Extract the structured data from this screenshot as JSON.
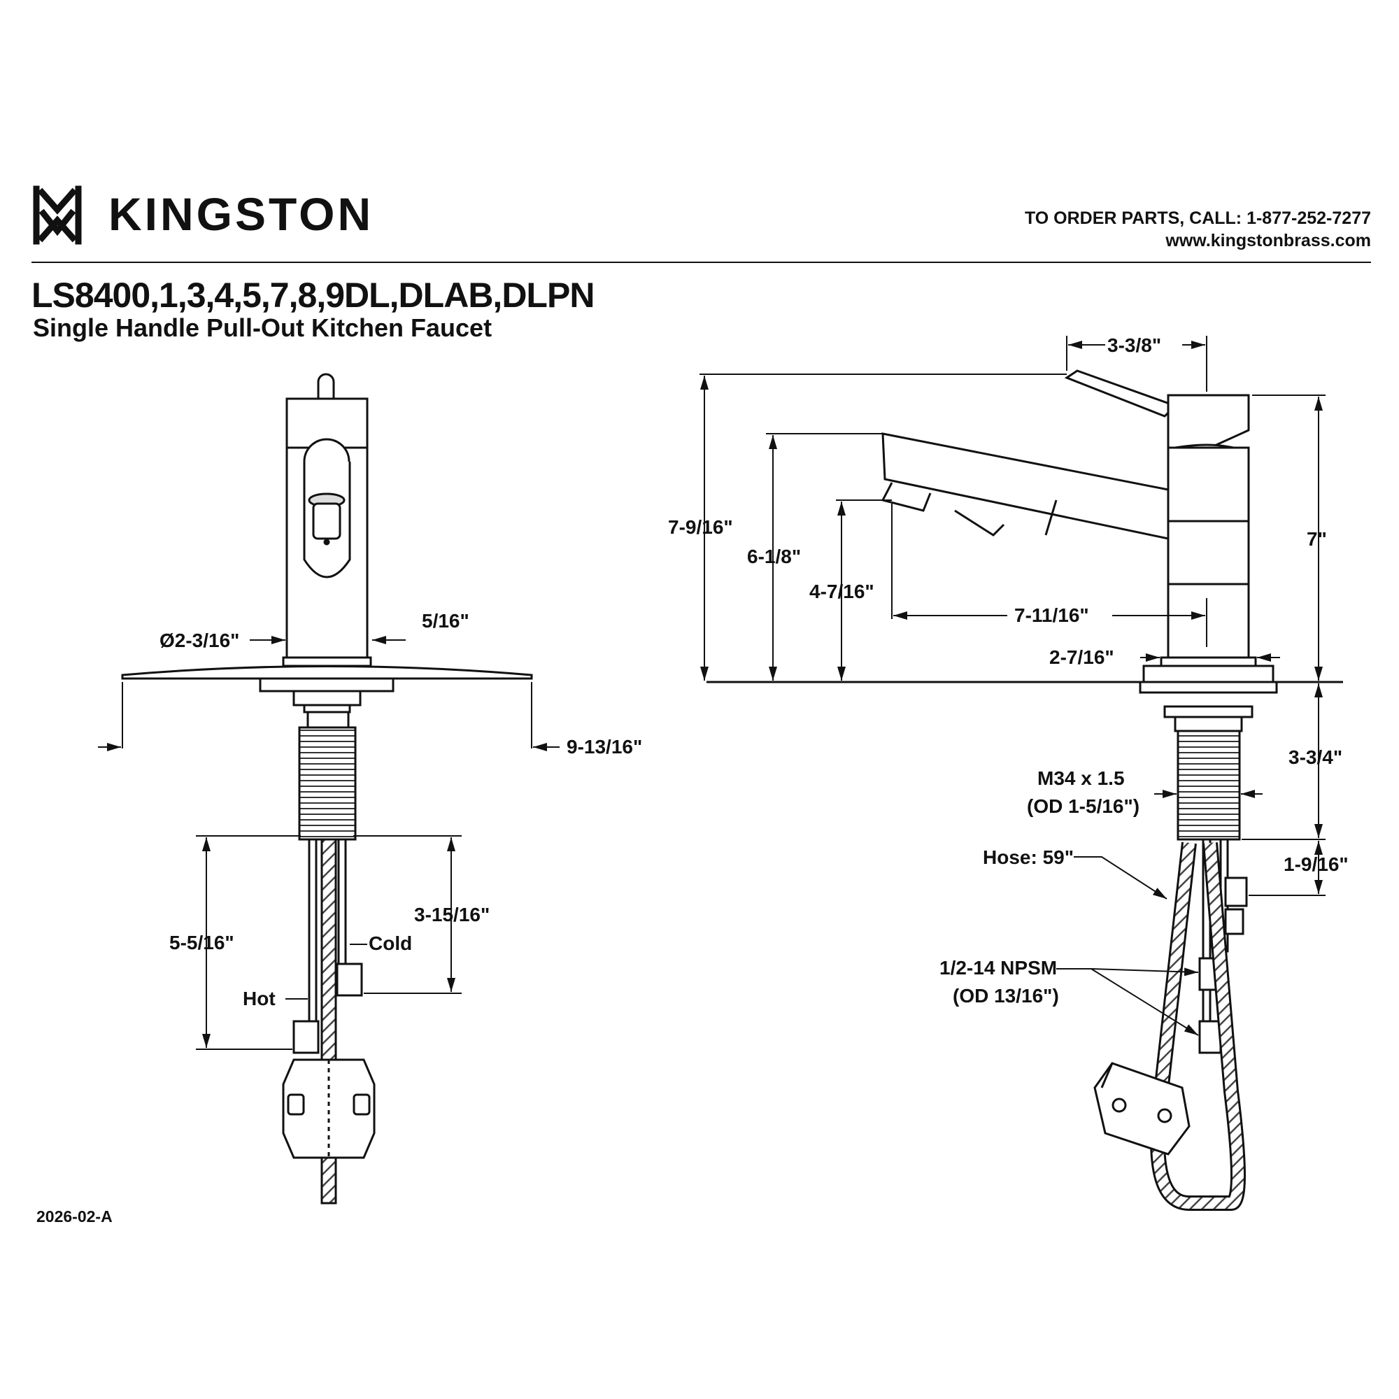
{
  "brand": {
    "name": "KINGSTON",
    "logo_icon": "kingston-logo-icon"
  },
  "contact": {
    "order_line": "TO ORDER PARTS, CALL: 1-877-252-7277",
    "website": "www.kingstonbrass.com"
  },
  "product": {
    "model": "LS8400,1,3,4,5,7,8,9DL,DLAB,DLPN",
    "name": "Single Handle Pull-Out Kitchen Faucet"
  },
  "front_view": {
    "dims": {
      "diameter": "Ø2-3/16\"",
      "deck": "5/16\"",
      "plate": "9-13/16\"",
      "hot_length": "5-5/16\"",
      "cold_length": "3-15/16\"",
      "cold": "Cold",
      "hot": "Hot"
    }
  },
  "side_view": {
    "dims": {
      "handle": "3-3/8\"",
      "overall": "7-9/16\"",
      "spray_top": "6-1/8\"",
      "spout_height": "4-7/16\"",
      "reach": "7-11/16\"",
      "body_height": "7\"",
      "base": "2-7/16\"",
      "shank_len": "3-3/4\"",
      "thread": "M34 x 1.5",
      "thread_od": "(OD 1-5/16\")",
      "supply_gap": "1-9/16\"",
      "hose": "Hose: 59\"",
      "npsm": "1/2-14 NPSM",
      "npsm_od": "(OD 13/16\")"
    }
  },
  "doc_id": "2026-02-A"
}
